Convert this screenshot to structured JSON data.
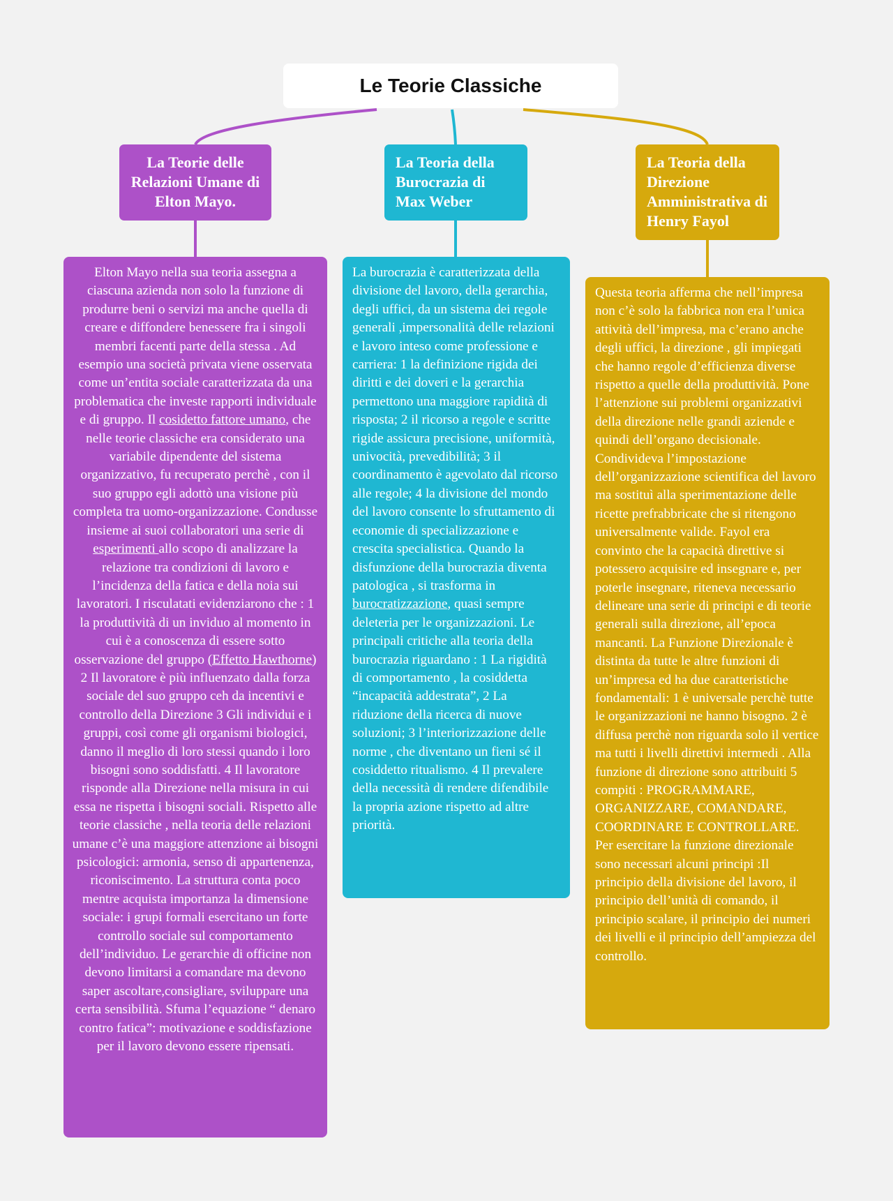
{
  "title": "Le Teorie Classiche",
  "colors": {
    "background": "#f2f2f2",
    "purple": "#ad51c8",
    "cyan": "#1fb7d2",
    "gold": "#d6a90d",
    "root": "#ffffff"
  },
  "branches": [
    {
      "title": "La  Teorie  delle Relazioni Umane di Elton Mayo.",
      "text": {
        "p1": "Elton Mayo nella sua teoria assegna a ciascuna azienda non solo la funzione di produrre beni o servizi ma anche quella di creare e diffondere benessere fra i singoli membri facenti parte della stessa . Ad esempio una società privata viene osservata come un’entita sociale caratterizzata da una problematica che investe rapporti individuale e di gruppo. Il ",
        "u1": "cosidetto fattore umano",
        "p2": ", che nelle teorie classiche era considerato una variabile dipendente del sistema organizzativo, fu recuperato perchè , con il suo gruppo egli adottò una visione più completa tra uomo-organizzazione. Condusse insieme ai suoi collaboratori una serie di ",
        "u2": "esperimenti ",
        "p3": "allo scopo di analizzare la relazione tra condizioni di lavoro e l’incidenza della fatica e della noia sui lavoratori. I risculatati evidenziarono che : 1 la produttività di un inviduo al momento in cui è a conoscenza di essere sotto osservazione del gruppo ",
        "u3": "(Effetto Hawthorne) ",
        "p4": "2 Il lavoratore è più influenzato dalla forza sociale del suo gruppo ceh da incentivi e controllo della Direzione  3 Gli individui e i gruppi, così come  gli organismi biologici, danno il meglio di loro stessi quando i loro bisogni sono soddisfatti. 4 Il lavoratore risponde alla Direzione nella misura in cui essa ne rispetta i bisogni  sociali. Rispetto alle teorie classiche , nella teoria delle relazioni umane c’è una maggiore attenzione ai bisogni psicologici: armonia, senso di appartenenza, riconiscimento. La struttura conta poco mentre acquista importanza la dimensione sociale: i grupi formali esercitano un forte controllo sociale sul comportamento dell’individuo. Le gerarchie di officine non devono limitarsi  a comandare ma devono saper ascoltare,consigliare, sviluppare una certa sensibilità. Sfuma  l’equazione “ denaro contro fatica”:  motivazione e soddisfazione per  il lavoro devono essere ripensati."
      }
    },
    {
      "title": "La Teoria della Burocrazia di Max Weber",
      "text": {
        "p1": "La burocrazia  è caratterizzata della divisione del lavoro, della gerarchia, degli uffici, da un sistema dei regole generali ,impersonalità delle relazioni e lavoro inteso come professione e carriera: 1 la definizione rigida dei diritti e dei doveri e la gerarchia permettono una maggiore rapidità di risposta; 2 il ricorso a regole e scritte rigide assicura precisione, uniformità, univocità, prevedibilità; 3 il coordinamento è  agevolato dal ricorso alle regole; 4 la divisione del mondo del lavoro consente lo sfruttamento di economie di specializzazione e crescita specialistica. Quando la disfunzione della burocrazia diventa patologica , si trasforma in ",
        "u1": "burocratizzazione",
        "p2": ", quasi sempre deleteria per le organizzazioni. Le principali critiche alla teoria della burocrazia riguardano : 1 La rigidità di comportamento , la cosiddetta “incapacità addestrata”, 2  La riduzione della ricerca di nuove soluzioni; 3 l’interiorizzazione delle norme , che diventano un fieni sé il cosiddetto ritualismo. 4 Il prevalere della necessità di rendere difendibile la propria azione rispetto ad altre priorità."
      }
    },
    {
      "title": "La Teoria della Direzione Amministrativa di Henry Fayol",
      "text": {
        "p1": "Questa teoria afferma che nell’impresa non c’è solo la fabbrica  non era l’unica attività dell’impresa, ma c’erano anche degli uffici, la direzione , gli impiegati che hanno regole d’efficienza diverse rispetto a quelle della produttività. Pone l’attenzione sui problemi organizzativi della direzione nelle grandi aziende e quindi dell’organo decisionale. Condivideva l’impostazione dell’organizzazione scientifica del lavoro ma sostituì alla sperimentazione delle ricette prefrabbricate che si ritengono universalmente valide. Fayol era convinto che la capacità direttive si potessero acquisire ed insegnare e, per poterle insegnare, riteneva necessario delineare una serie di principi e di teorie generali sulla direzione, all’epoca mancanti. La Funzione Direzionale è distinta da tutte le altre funzioni di un’impresa ed ha due caratteristiche fondamentali:  1 è universale perchè tutte le organizzazioni ne hanno bisogno. 2 è diffusa perchè non riguarda solo il vertice ma tutti i livelli  direttivi intermedi . Alla funzione di direzione sono attribuiti 5 compiti : PROGRAMMARE, ORGANIZZARE, COMANDARE, COORDINARE E CONTROLLARE. Per esercitare la funzione direzionale sono necessari alcuni principi :Il principio della divisione del lavoro, il principio dell’unità di comando, il principio scalare, il principio dei numeri dei livelli e il principio dell’ampiezza del controllo."
      }
    }
  ]
}
